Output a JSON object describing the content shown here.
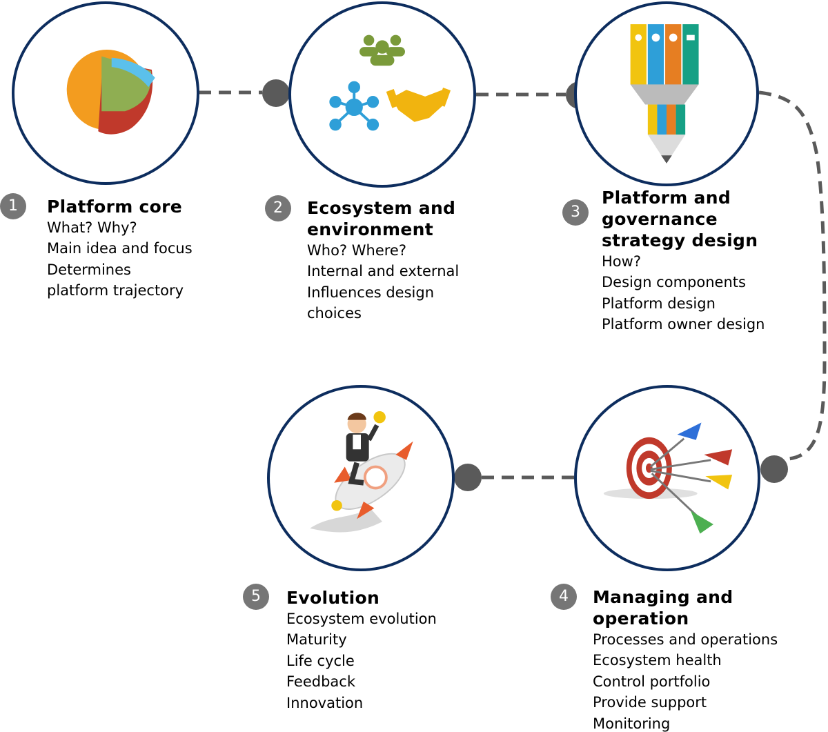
{
  "steps": [
    {
      "number": "1",
      "title_lines": [
        "Platform core"
      ],
      "lines": [
        "What? Why?",
        "Main idea and focus",
        "Determines",
        "platform trajectory"
      ],
      "illustration": "layered-sphere-icon"
    },
    {
      "number": "2",
      "title_lines": [
        "Ecosystem and",
        "environment"
      ],
      "lines": [
        "Who? Where?",
        "Internal and external",
        "Influences design",
        "choices"
      ],
      "illustration": "people-network-handshake-icons"
    },
    {
      "number": "3",
      "title_lines": [
        "Platform and",
        "governance",
        "strategy design"
      ],
      "lines": [
        "How?",
        "Design components",
        "Platform design",
        "Platform owner design"
      ],
      "illustration": "pencil-infographic-icon"
    },
    {
      "number": "4",
      "title_lines": [
        "Managing and",
        "operation"
      ],
      "lines": [
        "Processes and operations",
        "Ecosystem health",
        "Control portfolio",
        "Provide support",
        "Monitoring"
      ],
      "illustration": "target-darts-icon"
    },
    {
      "number": "5",
      "title_lines": [
        "Evolution"
      ],
      "lines": [
        "Ecosystem evolution",
        "Maturity",
        "Life cycle",
        "Feedback",
        "Innovation"
      ],
      "illustration": "businessman-rocket-icon"
    }
  ],
  "colors": {
    "circle_border": "#0d2d5e",
    "badge": "#767676",
    "connector": "#5a5a5a",
    "orange": "#f39c1f",
    "green": "#8fae52",
    "blue": "#2e9fd8",
    "red": "#c0392b",
    "yellow": "#f1c40f",
    "teal": "#16a085"
  }
}
